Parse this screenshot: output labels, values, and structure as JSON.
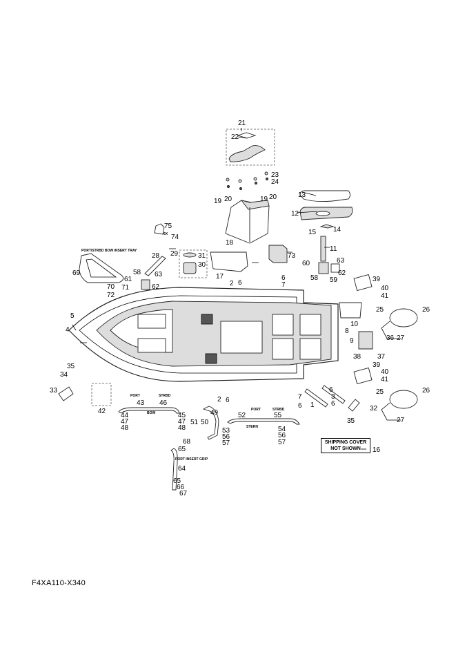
{
  "diagram_code": "F4XA110-X340",
  "notes": {
    "bow_insert_tray": "PORT\\STRBD BOW INSERT TRAY",
    "port_insert_grip": "PORT INSERT GRIP",
    "shipping_cover_line1": "SHIPPING COVER",
    "shipping_cover_line2": "NOT SHOWN",
    "port": "PORT",
    "strbd": "STRBD",
    "bow": "BOW",
    "stern": "STERN",
    "qty_6x": "6X"
  },
  "parts": {
    "p1": "1",
    "p2": "2",
    "p3": "3",
    "p4": "4",
    "p5": "5",
    "p6": "6",
    "p7": "7",
    "p8": "8",
    "p9": "9",
    "p10": "10",
    "p11": "11",
    "p12": "12",
    "p13": "13",
    "p14": "14",
    "p15": "15",
    "p16": "16",
    "p17": "17",
    "p18": "18",
    "p19": "19",
    "p20": "20",
    "p21": "21",
    "p22": "22",
    "p23": "23",
    "p24": "24",
    "p25": "25",
    "p26": "26",
    "p27": "27",
    "p28": "28",
    "p29": "29",
    "p30": "30",
    "p31": "31",
    "p32": "32",
    "p33": "33",
    "p34": "34",
    "p35": "35",
    "p36": "36",
    "p37": "37",
    "p38": "38",
    "p39": "39",
    "p40": "40",
    "p41": "41",
    "p42": "42",
    "p43": "43",
    "p44": "44",
    "p45": "45",
    "p46": "46",
    "p47": "47",
    "p48": "48",
    "p49": "49",
    "p50": "50",
    "p51": "51",
    "p52": "52",
    "p53": "53",
    "p54": "54",
    "p55": "55",
    "p56": "56",
    "p57": "57",
    "p58": "58",
    "p59": "59",
    "p60": "60",
    "p61": "61",
    "p62": "62",
    "p63": "63",
    "p64": "64",
    "p65": "65",
    "p66": "66",
    "p67": "67",
    "p68": "68",
    "p69": "69",
    "p70": "70",
    "p71": "71",
    "p72": "72",
    "p73": "73",
    "p74": "74",
    "p75": "75"
  }
}
